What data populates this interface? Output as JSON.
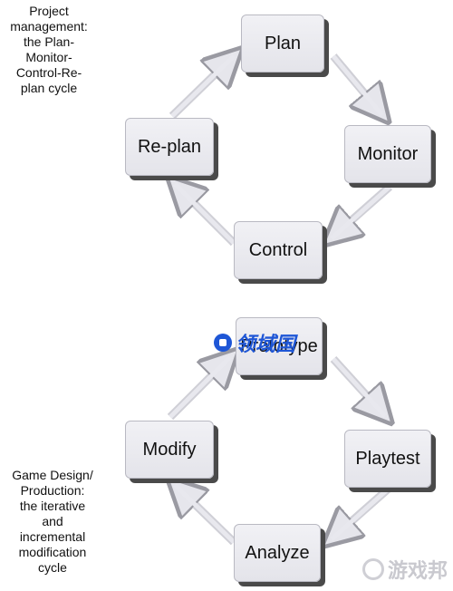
{
  "cycle_top": {
    "caption": [
      "Project",
      "management:",
      "the Plan-",
      "Monitor-",
      "Control-Re-",
      "plan cycle"
    ],
    "nodes": {
      "plan": "Plan",
      "monitor": "Monitor",
      "control": "Control",
      "replan": "Re-plan"
    }
  },
  "cycle_bottom": {
    "caption": [
      "Game Design/",
      "Production:",
      "the iterative",
      "and",
      "incremental",
      "modification",
      "cycle"
    ],
    "nodes": {
      "prototype": "Prototype",
      "playtest": "Playtest",
      "analyze": "Analyze",
      "modify": "Modify"
    }
  },
  "watermarks": {
    "logo_text": "领域国",
    "bottom_text": "游戏邦"
  },
  "colors": {
    "node_fill": "#e8e8ee",
    "node_border": "#b9b9c2",
    "shadow": "#4a4a4a",
    "arrow": "#dcdce2",
    "logo": "#1e56d6"
  }
}
